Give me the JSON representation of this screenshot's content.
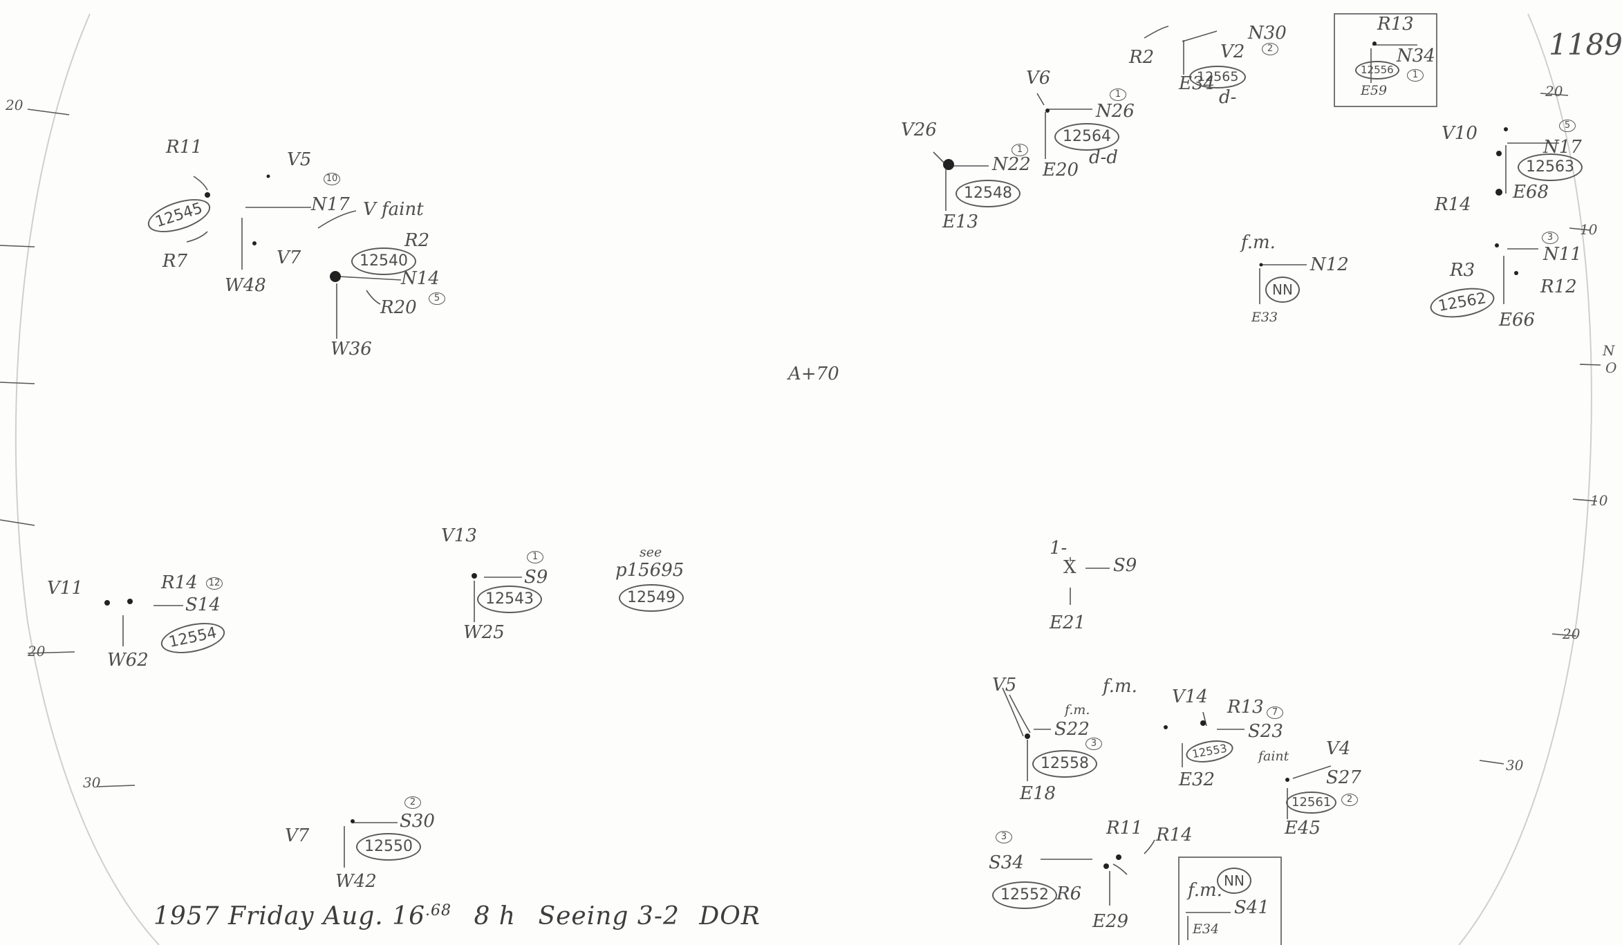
{
  "page_number": "1189",
  "footer": {
    "year": "1957",
    "day_date": "Friday Aug. 16",
    "fraction": ".68",
    "time": "8 h",
    "seeing": "Seeing 3-2",
    "initials": "DOR"
  },
  "center_marker": "A+70",
  "reference": {
    "see": "see",
    "page": "p15695",
    "number": "12549"
  },
  "edge_marks": {
    "n": "N",
    "o": "O"
  },
  "rim_ticks": [
    "20",
    "20",
    "30",
    "20",
    "10",
    "10",
    "20",
    "30"
  ],
  "groups": [
    {
      "id": "12545",
      "labels": [
        "R11",
        "V5",
        "R7",
        "V7",
        "N17",
        "W48"
      ],
      "count": "10"
    },
    {
      "id": "12540",
      "labels": [
        "V faint",
        "R2",
        "N14",
        "R20",
        "W36"
      ],
      "count": "5"
    },
    {
      "id": "12548",
      "labels": [
        "V26",
        "N22",
        "E13"
      ],
      "count": "1"
    },
    {
      "id": "12564",
      "labels": [
        "V6",
        "N26",
        "E20",
        "d-d"
      ],
      "count": "1"
    },
    {
      "id": "12565",
      "labels": [
        "R2",
        "N30",
        "V2",
        "E34",
        "d-"
      ],
      "count": "2"
    },
    {
      "id": "12556",
      "labels": [
        "R13",
        "N34",
        "E59"
      ],
      "count": "1"
    },
    {
      "id": "12563",
      "labels": [
        "V10",
        "N17",
        "R14",
        "E68"
      ],
      "count": "5"
    },
    {
      "id": "12562",
      "labels": [
        "R3",
        "N11",
        "R12",
        "E66"
      ],
      "count": "3"
    },
    {
      "id": "NN",
      "labels": [
        "f.m.",
        "N12",
        "E33"
      ],
      "count": ""
    },
    {
      "id": "12554",
      "labels": [
        "V11",
        "R14",
        "S14",
        "W62"
      ],
      "count": "12"
    },
    {
      "id": "12543",
      "labels": [
        "V13",
        "S9",
        "W25"
      ],
      "count": "1"
    },
    {
      "id": "12550",
      "labels": [
        "V7",
        "S30",
        "W42"
      ],
      "count": "2"
    },
    {
      "id": "12558",
      "labels": [
        "V5",
        "f.m.",
        "S22",
        "E18"
      ],
      "count": "3"
    },
    {
      "id": "12553",
      "labels": [
        "f.m.",
        "V14",
        "R13",
        "S23",
        "E32",
        "faint"
      ],
      "count": "7"
    },
    {
      "id": "12561",
      "labels": [
        "V4",
        "S27",
        "E45"
      ],
      "count": "2"
    },
    {
      "id": "12552",
      "labels": [
        "R11",
        "R14",
        "S34",
        "R6",
        "E29"
      ],
      "count": "3"
    },
    {
      "id": "NN2",
      "labels": [
        "f.m.",
        "NN",
        "S41",
        "E34"
      ],
      "count": ""
    }
  ],
  "cross_marker": {
    "labels": [
      "1-",
      "X",
      "S9",
      "E21"
    ]
  }
}
